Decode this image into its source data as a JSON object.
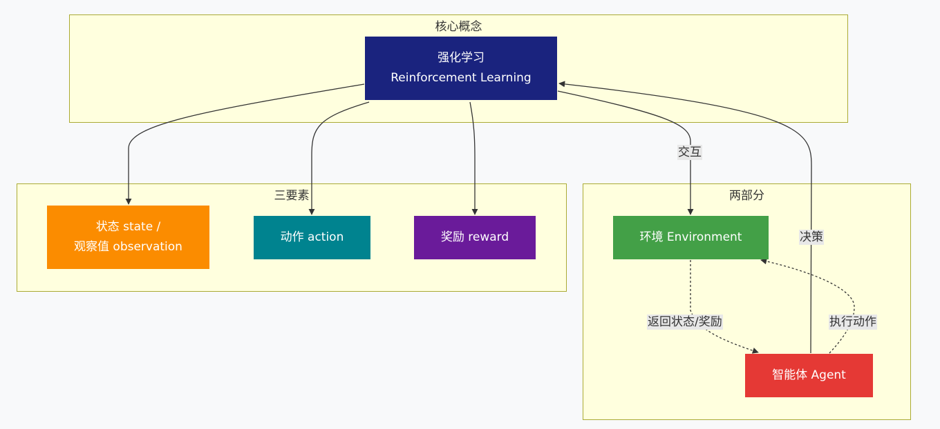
{
  "clusters": {
    "core": "核心概念",
    "elements": "三要素",
    "parts": "两部分"
  },
  "nodes": {
    "rl": {
      "line1": "强化学习",
      "line2": "Reinforcement Learning",
      "color": "#1a237e"
    },
    "state": {
      "line1": "状态 state /",
      "line2": "观察值 observation",
      "color": "#fb8c00"
    },
    "action": {
      "label": "动作 action",
      "color": "#00838f"
    },
    "reward": {
      "label": "奖励 reward",
      "color": "#6a1b9a"
    },
    "env": {
      "label": "环境 Environment",
      "color": "#43a047"
    },
    "agent": {
      "label": "智能体 Agent",
      "color": "#e53935"
    }
  },
  "edge_labels": {
    "interact": "交互",
    "decide": "决策",
    "return_state": "返回状态/奖励",
    "execute": "执行动作"
  }
}
